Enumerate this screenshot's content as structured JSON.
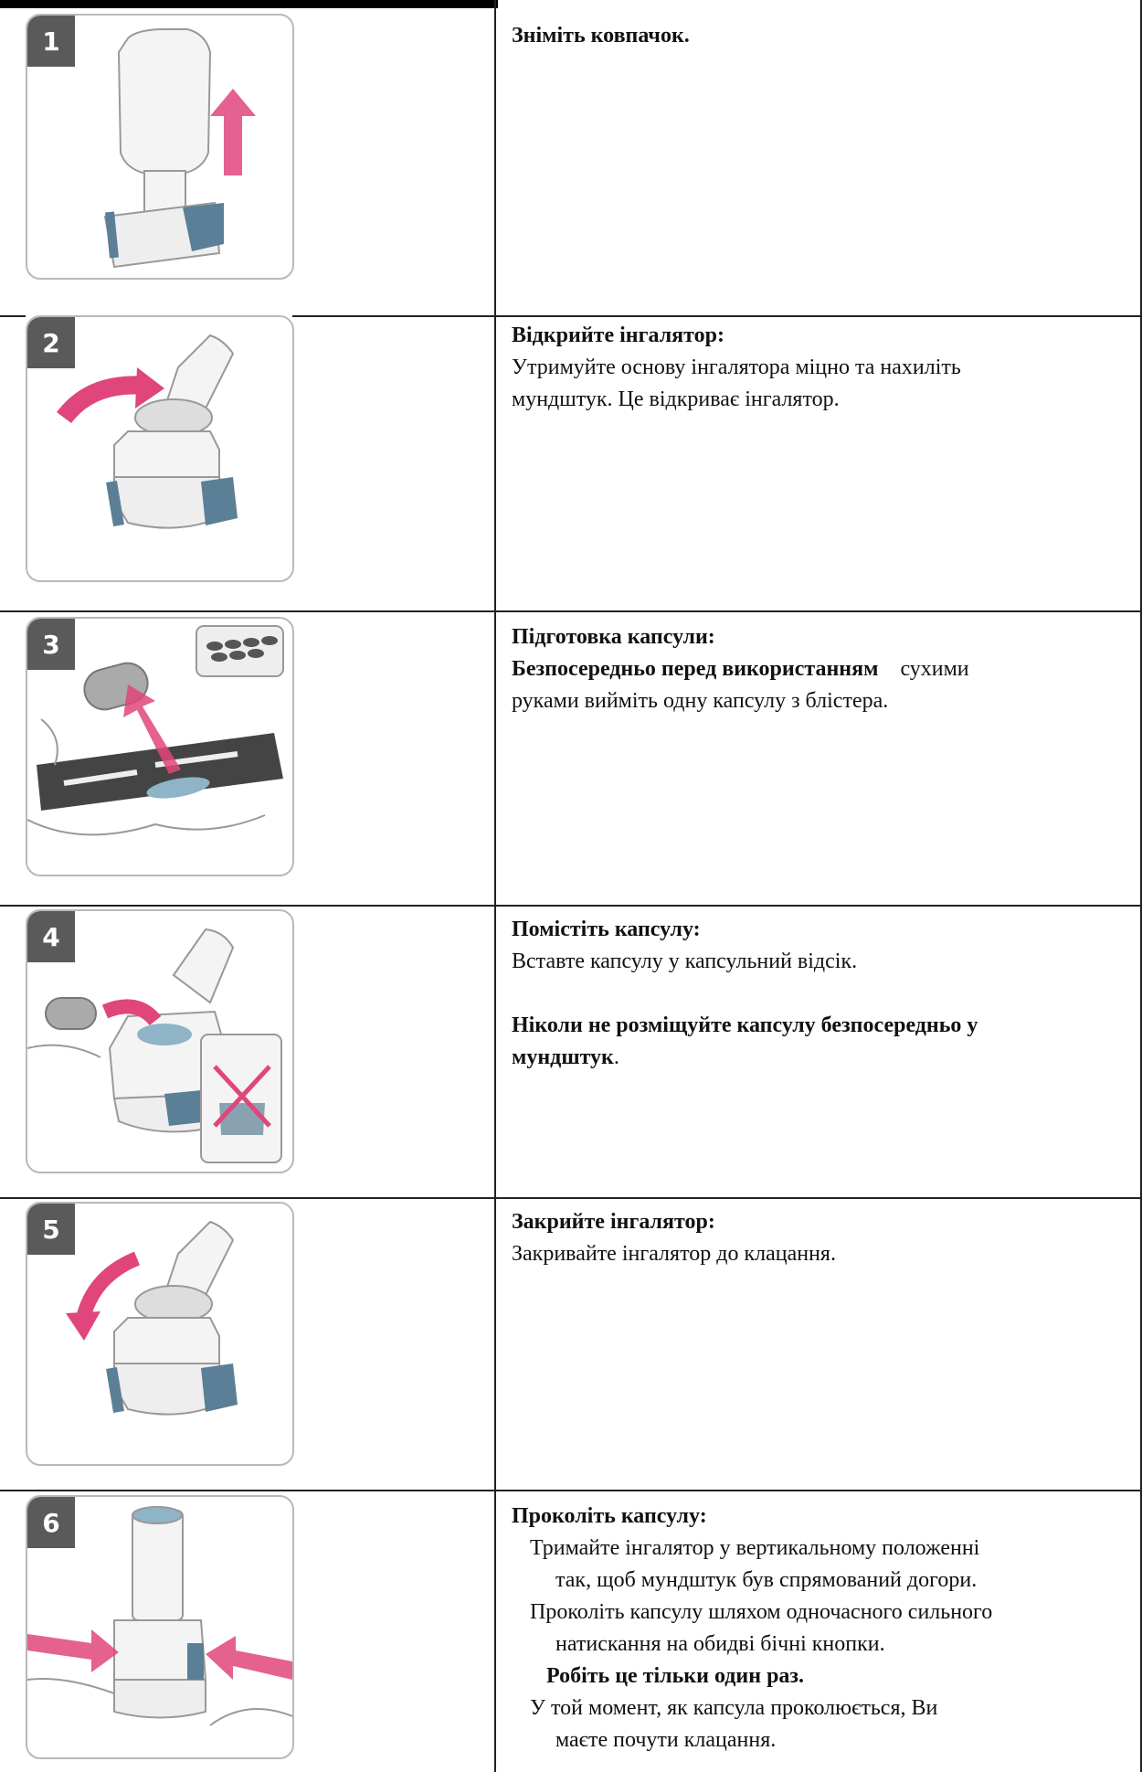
{
  "steps": [
    {
      "number": "1",
      "title": "Зніміть ковпачок."
    },
    {
      "number": "2",
      "title": "Відкрийте інгалятор:",
      "text": [
        "Утримуйте основу інгалятора міцно та нахиліть",
        "мундштук. Це відкриває інгалятор."
      ]
    },
    {
      "number": "3",
      "title": "Підготовка капсули:",
      "bold_lead": "Безпосередньо перед використанням",
      "lead_rest": "сухими",
      "text": [
        "руками вийміть одну капсулу з блістера."
      ]
    },
    {
      "number": "4",
      "title": "Помістіть капсулу:",
      "text": [
        "Вставте капсулу у капсульний відсік."
      ],
      "warning": [
        "Ніколи не розміщуйте капсулу безпосередньо у",
        "мундштук"
      ],
      "warning_end": "."
    },
    {
      "number": "5",
      "title": "Закрийте інгалятор:",
      "text": [
        "Закривайте інгалятор до клацання."
      ]
    },
    {
      "number": "6",
      "title": "Проколіть капсулу:",
      "lines": [
        "Тримайте інгалятор у вертикальному положенні",
        "так, щоб мундштук був спрямований догори.",
        "Проколіть капсулу шляхом одночасного сильного",
        "натискання на обидві бічні кнопки.",
        "Робіть це тільки один раз.",
        "У той момент, як капсула проколюється, Ви",
        "маєте почути клацання."
      ]
    }
  ],
  "colors": {
    "accent_pink": "#e0457b",
    "inhaler_blue": "#5b7f96",
    "grid": "#222222"
  }
}
